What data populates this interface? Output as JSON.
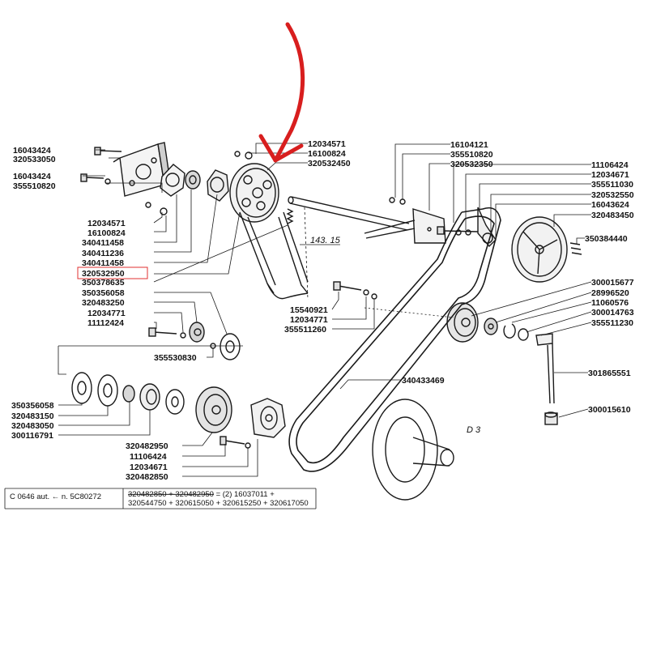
{
  "colors": {
    "ink": "#1a1a1a",
    "highlight_arrow": "#d81e1e",
    "highlight_box": "#e03030",
    "paper": "#ffffff"
  },
  "labels": {
    "l_16043424_a": "16043424",
    "l_320533050": "320533050",
    "l_16043424_b": "16043424",
    "l_355510820_a": "355510820",
    "l_12034571_a": "12034571",
    "l_16100824_a": "16100824",
    "l_340411458_a": "340411458",
    "l_340411236": "340411236",
    "l_340411458_b": "340411458",
    "l_320532950": "320532950",
    "l_350378635": "350378635",
    "l_350356058_a": "350356058",
    "l_320483250": "320483250",
    "l_12034771_a": "12034771",
    "l_11112424": "11112424",
    "l_355530830": "355530830",
    "l_350356058_b": "350356058",
    "l_320483150": "320483150",
    "l_320483050": "320483050",
    "l_300116791": "300116791",
    "l_320482950": "320482950",
    "l_11106424_b": "11106424",
    "l_12034671_b": "12034671",
    "l_320482850": "320482850",
    "l_12034571_t": "12034571",
    "l_16100824_t": "16100824",
    "l_320532450": "320532450",
    "l_143_15": "143. 15",
    "l_15540921": "15540921",
    "l_12034771_b": "12034771",
    "l_355511260": "355511260",
    "l_16104121": "16104121",
    "l_355510820_b": "355510820",
    "l_320532350": "320532350",
    "l_11106424_a": "11106424",
    "l_12034671_a": "12034671",
    "l_355511030": "355511030",
    "l_320532550": "320532550",
    "l_16043624": "16043624",
    "l_320483450": "320483450",
    "l_350384440": "350384440",
    "l_300015677": "300015677",
    "l_28996520": "28996520",
    "l_11060576": "11060576",
    "l_300014763": "300014763",
    "l_355511230": "355511230",
    "l_301865551": "301865551",
    "l_300015610": "300015610",
    "l_340433469": "340433469",
    "l_d3": "D 3"
  },
  "footnote": {
    "ref": "C 0646 aut. ← n. 5C80272",
    "line1_struck": "320482850 + 320482950",
    "line1_rest": " = (2) 16037011 +",
    "line2": "320544750 + 320615050 + 320615250 + 320617050"
  }
}
